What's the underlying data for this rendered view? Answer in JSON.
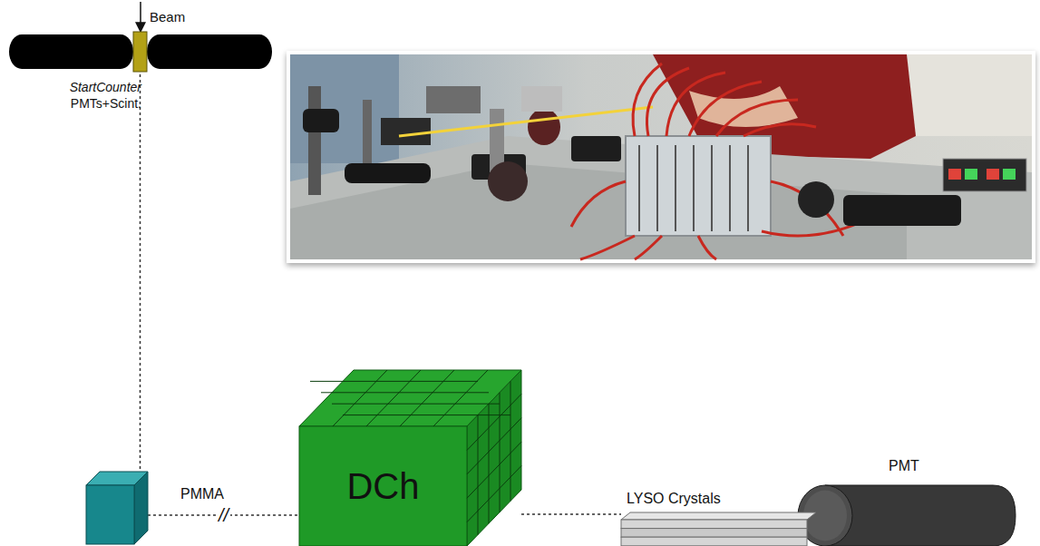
{
  "diagram": {
    "nodes": [
      {
        "text": [
          "StartCounter",
          "PMTs+Scint."
        ]
      },
      {
        "text": [
          "PMMA"
        ]
      },
      {
        "text": [
          "DCh"
        ]
      },
      {
        "text": [
          "LYSO Crystals"
        ]
      },
      {
        "text": [
          "PMT"
        ]
      }
    ],
    "edges": [
      {
        "from": 0,
        "to": 1,
        "arrow": "none"
      },
      {
        "from": 1,
        "to": 2,
        "label": "//",
        "arrow": "none"
      },
      {
        "from": 2,
        "to": 3,
        "arrow": "none"
      }
    ],
    "labels": [
      "Beam"
    ]
  }
}
